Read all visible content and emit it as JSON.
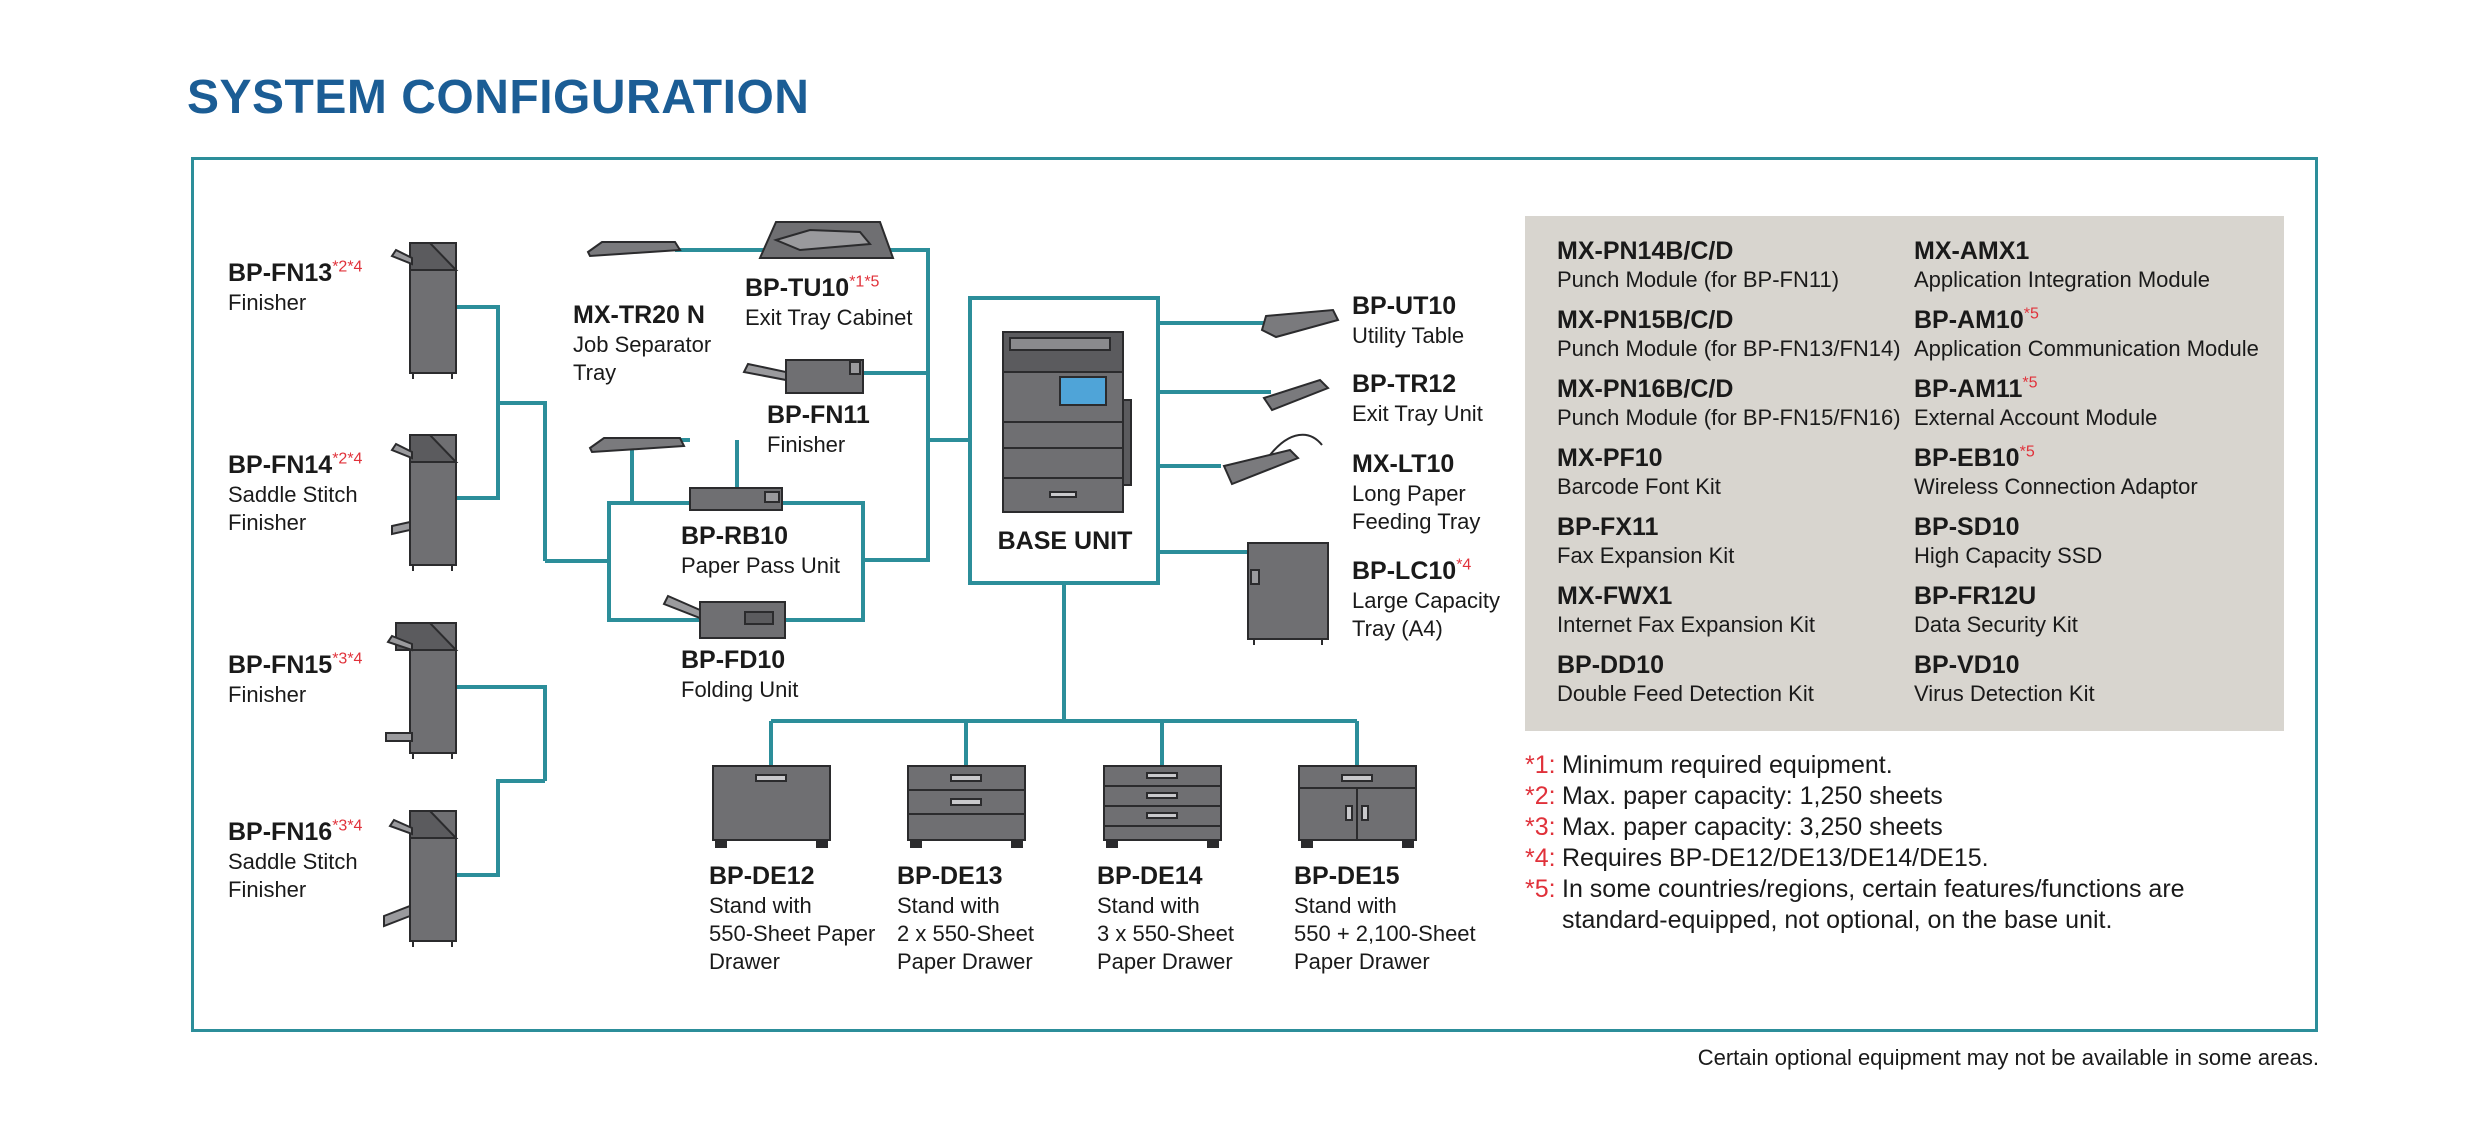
{
  "title": "SYSTEM CONFIGURATION",
  "base_unit": "BASE UNIT",
  "colors": {
    "title": "#1b5d95",
    "line": "#2c8e9a",
    "note_marker": "#e0313a",
    "panel": "#d8d5cf",
    "device": "#6f6f72"
  },
  "components": {
    "fn13": {
      "code": "BP-FN13",
      "notes": "*2*4",
      "desc": "Finisher"
    },
    "fn14": {
      "code": "BP-FN14",
      "notes": "*2*4",
      "desc1": "Saddle Stitch",
      "desc2": "Finisher"
    },
    "fn15": {
      "code": "BP-FN15",
      "notes": "*3*4",
      "desc": "Finisher"
    },
    "fn16": {
      "code": "BP-FN16",
      "notes": "*3*4",
      "desc1": "Saddle Stitch",
      "desc2": "Finisher"
    },
    "tr20": {
      "code": "MX-TR20 N",
      "desc1": "Job Separator",
      "desc2": "Tray"
    },
    "tu10": {
      "code": "BP-TU10",
      "notes": "*1*5",
      "desc": "Exit Tray Cabinet"
    },
    "fn11": {
      "code": "BP-FN11",
      "desc": "Finisher"
    },
    "rb10": {
      "code": "BP-RB10",
      "desc": "Paper Pass Unit"
    },
    "fd10": {
      "code": "BP-FD10",
      "desc": "Folding Unit"
    },
    "ut10": {
      "code": "BP-UT10",
      "desc": "Utility Table"
    },
    "tr12": {
      "code": "BP-TR12",
      "desc": "Exit Tray Unit"
    },
    "lt10": {
      "code": "MX-LT10",
      "desc1": "Long Paper",
      "desc2": "Feeding Tray"
    },
    "lc10": {
      "code": "BP-LC10",
      "notes": "*4",
      "desc1": "Large Capacity",
      "desc2": "Tray (A4)"
    },
    "de12": {
      "code": "BP-DE12",
      "desc1": "Stand with",
      "desc2": "550-Sheet Paper",
      "desc3": "Drawer"
    },
    "de13": {
      "code": "BP-DE13",
      "desc1": "Stand with",
      "desc2": "2 x 550-Sheet",
      "desc3": "Paper Drawer"
    },
    "de14": {
      "code": "BP-DE14",
      "desc1": "Stand with",
      "desc2": "3 x 550-Sheet",
      "desc3": "Paper Drawer"
    },
    "de15": {
      "code": "BP-DE15",
      "desc1": "Stand with",
      "desc2": "550 + 2,100-Sheet",
      "desc3": "Paper Drawer"
    }
  },
  "options": [
    {
      "code": "MX-PN14B/C/D",
      "notes": "",
      "desc": "Punch Module (for BP-FN11)"
    },
    {
      "code": "MX-PN15B/C/D",
      "notes": "",
      "desc": "Punch Module (for BP-FN13/FN14)"
    },
    {
      "code": "MX-PN16B/C/D",
      "notes": "",
      "desc": "Punch Module (for BP-FN15/FN16)"
    },
    {
      "code": "MX-PF10",
      "notes": "",
      "desc": "Barcode Font Kit"
    },
    {
      "code": "BP-FX11",
      "notes": "",
      "desc": "Fax Expansion Kit"
    },
    {
      "code": "MX-FWX1",
      "notes": "",
      "desc": "Internet Fax Expansion Kit"
    },
    {
      "code": "BP-DD10",
      "notes": "",
      "desc": "Double Feed Detection Kit"
    },
    {
      "code": "MX-AMX1",
      "notes": "",
      "desc": "Application Integration Module"
    },
    {
      "code": "BP-AM10",
      "notes": "*5",
      "desc": "Application Communication Module"
    },
    {
      "code": "BP-AM11",
      "notes": "*5",
      "desc": "External Account Module"
    },
    {
      "code": "BP-EB10",
      "notes": "*5",
      "desc": "Wireless Connection Adaptor"
    },
    {
      "code": "BP-SD10",
      "notes": "",
      "desc": "High Capacity SSD"
    },
    {
      "code": "BP-FR12U",
      "notes": "",
      "desc": "Data Security Kit"
    },
    {
      "code": "BP-VD10",
      "notes": "",
      "desc": "Virus Detection Kit"
    }
  ],
  "notes": [
    {
      "marker": "*1:",
      "text": "Minimum required equipment."
    },
    {
      "marker": "*2:",
      "text": "Max. paper capacity: 1,250 sheets"
    },
    {
      "marker": "*3:",
      "text": "Max. paper capacity: 3,250 sheets"
    },
    {
      "marker": "*4:",
      "text": "Requires BP-DE12/DE13/DE14/DE15."
    },
    {
      "marker": "*5:",
      "text": "In some countries/regions, certain features/functions are",
      "text2": "standard-equipped, not optional, on the base unit."
    }
  ],
  "footer": "Certain optional equipment may not be available in some areas."
}
